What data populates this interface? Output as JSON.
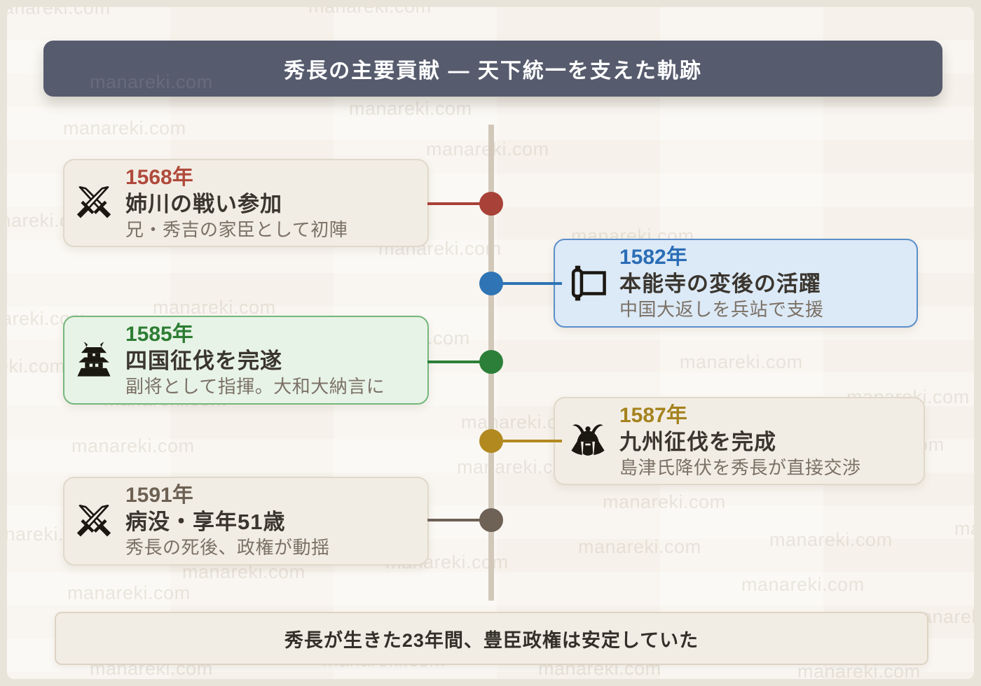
{
  "watermark": {
    "text": "manareki.com"
  },
  "header": {
    "title": "秀長の主要貢献 ― 天下統一を支えた軌跡",
    "bg_color": "#565b6d",
    "text_color": "#ffffff"
  },
  "timeline": {
    "line_color": "#d2c8ba"
  },
  "events": [
    {
      "year": "1568年",
      "title": "姉川の戦い参加",
      "description": "兄・秀吉の家臣として初陣",
      "icon": "crossed-swords-icon",
      "side": "left",
      "accent": "#a84138",
      "year_color": "#b04a3c",
      "card_bg": "#f2ede4",
      "card_border": "#e0d8ca"
    },
    {
      "year": "1582年",
      "title": "本能寺の変後の活躍",
      "description": "中国大返しを兵站で支援",
      "icon": "scroll-icon",
      "side": "right",
      "accent": "#2f74b5",
      "year_color": "#2a6db6",
      "card_bg": "#dce9f6",
      "card_border": "#5b8fc9"
    },
    {
      "year": "1585年",
      "title": "四国征伐を完遂",
      "description": "副将として指揮。大和大納言に",
      "icon": "castle-icon",
      "side": "left",
      "accent": "#2c7f38",
      "year_color": "#2c7d33",
      "card_bg": "#e8f3e7",
      "card_border": "#74b77c"
    },
    {
      "year": "1587年",
      "title": "九州征伐を完成",
      "description": "島津氏降伏を秀長が直接交渉",
      "icon": "kabuto-helmet-icon",
      "side": "right",
      "accent": "#b2891f",
      "year_color": "#a5821e",
      "card_bg": "#f2ede4",
      "card_border": "#e0d8ca"
    },
    {
      "year": "1591年",
      "title": "病没・享年51歳",
      "description": "秀長の死後、政権が動揺",
      "icon": "crossed-swords-icon",
      "side": "left",
      "accent": "#6e6156",
      "year_color": "#6d6154",
      "card_bg": "#f2ede4",
      "card_border": "#e0d8ca"
    }
  ],
  "footer": {
    "text": "秀長が生きた23年間、豊臣政権は安定していた"
  }
}
